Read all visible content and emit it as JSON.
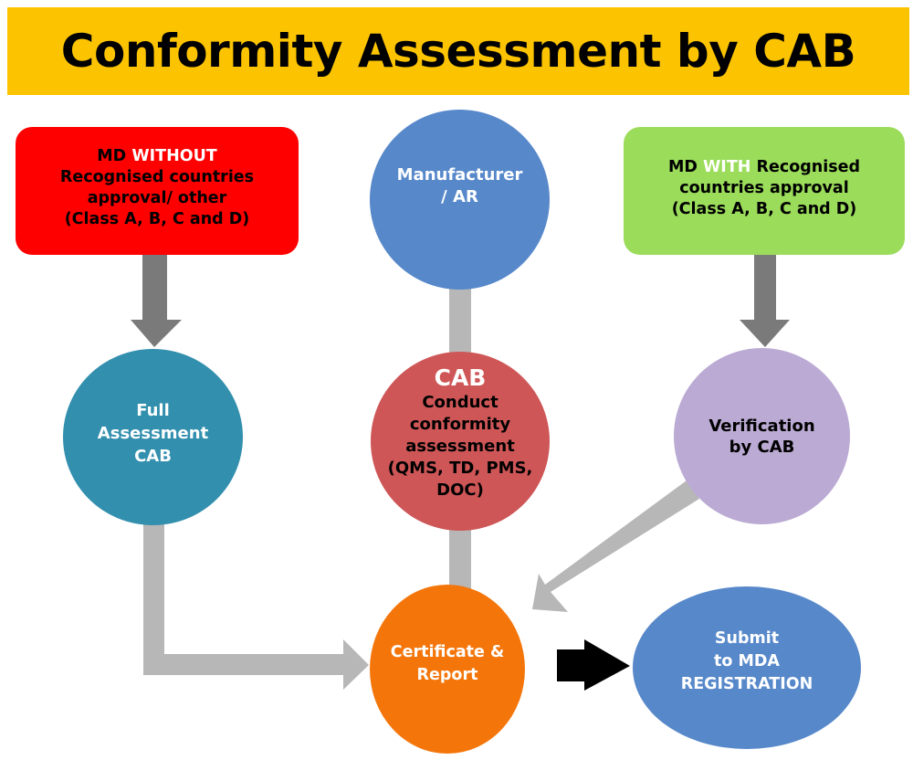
{
  "title": "Conformity Assessment by CAB",
  "colors": {
    "title_bg": "#fcc400",
    "without_box": "#fe0000",
    "with_box": "#9bdc5b",
    "manufacturer": "#5788ca",
    "full_assessment": "#328fae",
    "cab": "#ce5657",
    "verification": "#bbaad3",
    "certificate": "#f4760b",
    "submit": "#5788ca",
    "arrow_dark": "#7a7a7a",
    "arrow_light": "#b7b7b7",
    "arrow_black": "#000000"
  },
  "nodes": {
    "without": {
      "prefix": "MD",
      "highlight": "WITHOUT",
      "line2": "Recognised countries",
      "line3": "approval/ other",
      "line4": "(Class A, B, C and D)"
    },
    "with": {
      "prefix": "MD",
      "highlight": "WITH",
      "suffix": "Recognised",
      "line2": "countries approval",
      "line3": "(Class A, B, C and D)"
    },
    "manufacturer": {
      "line1": "Manufacturer",
      "line2": "/ AR"
    },
    "full_assessment": {
      "line1": "Full",
      "line2": "Assessment",
      "line3": "CAB"
    },
    "cab": {
      "heading": "CAB",
      "line1": "Conduct",
      "line2": "conformity",
      "line3": "assessment",
      "line4": "(QMS, TD, PMS,",
      "line5": "DOC)"
    },
    "verification": {
      "line1": "Verification",
      "line2": "by CAB"
    },
    "certificate": {
      "line1": "Certificate &",
      "line2": "Report"
    },
    "submit": {
      "line1": "Submit",
      "line2": "to MDA",
      "line3": "REGISTRATION"
    }
  },
  "connectors": [
    {
      "from": "without",
      "to": "full_assessment",
      "style": "dark-arrow"
    },
    {
      "from": "with",
      "to": "verification",
      "style": "dark-arrow"
    },
    {
      "from": "manufacturer",
      "to": "cab",
      "style": "light-line"
    },
    {
      "from": "cab",
      "to": "certificate",
      "style": "light-line"
    },
    {
      "from": "full_assessment",
      "to": "certificate",
      "style": "light-elbow-arrow"
    },
    {
      "from": "verification",
      "to": "certificate",
      "style": "light-diagonal-arrow"
    },
    {
      "from": "certificate",
      "to": "submit",
      "style": "black-arrow"
    }
  ]
}
